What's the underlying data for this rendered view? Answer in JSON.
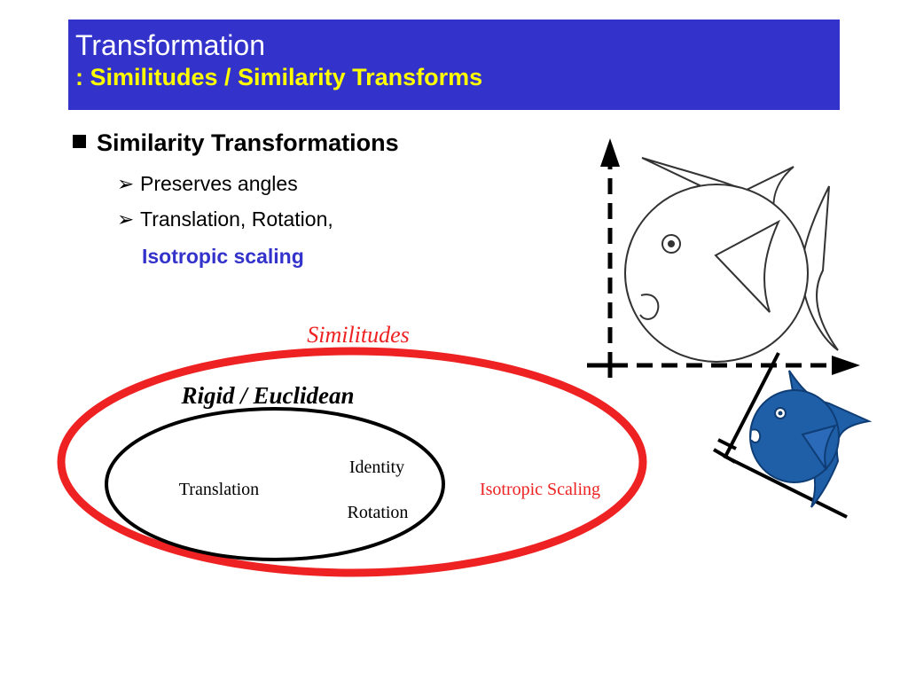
{
  "title": {
    "line1": "Transformation",
    "line2": ": Similitudes / Similarity Transforms"
  },
  "bullets": {
    "main": "Similarity Transformations",
    "sub1": "Preserves angles",
    "sub2": "Translation, Rotation,",
    "sub2_cont": "Isotropic scaling"
  },
  "diagram": {
    "outer_label": "Similitudes",
    "inner_label": "Rigid / Euclidean",
    "items": {
      "translation": "Translation",
      "identity": "Identity",
      "rotation": "Rotation",
      "isotropic_scaling": "Isotropic Scaling"
    }
  },
  "colors": {
    "title_bg": "#3333cc",
    "title_line1": "#ffffff",
    "title_line2": "#ffff00",
    "accent_blue": "#3333cc",
    "red": "#ee2222",
    "fish_blue": "#1f5fa8"
  },
  "icons": {
    "bullet_main": "square-bullet",
    "bullet_sub": "arrow-bullet"
  }
}
